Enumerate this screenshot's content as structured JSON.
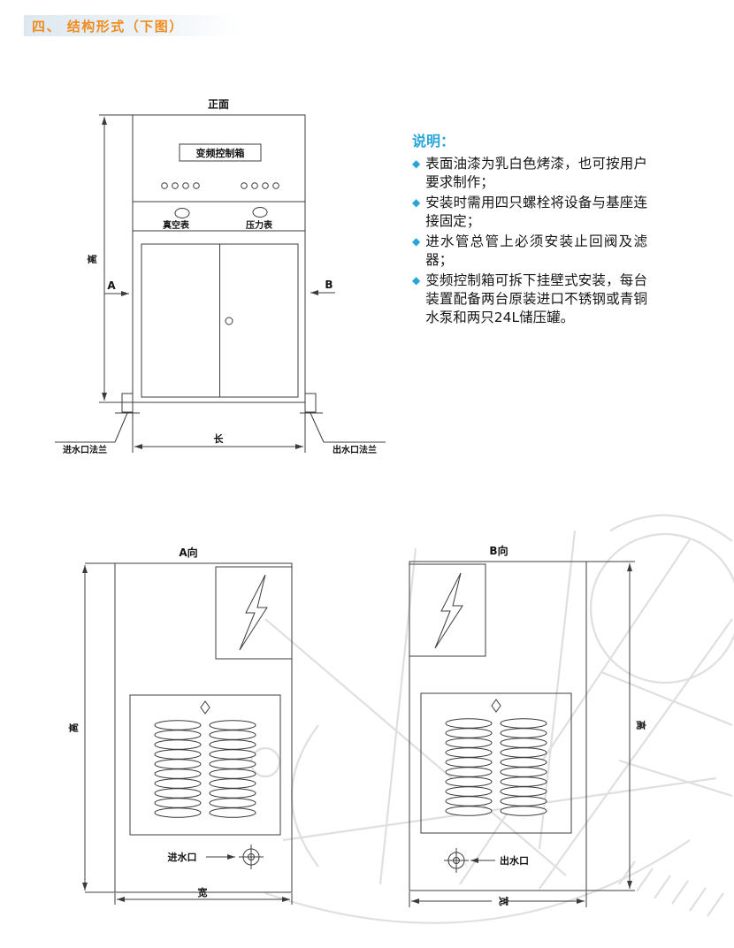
{
  "header": {
    "title": "四、 结构形式（下图）"
  },
  "front_view": {
    "title": "正面",
    "control_box": "变频控制箱",
    "vacuum_gauge": "真空表",
    "pressure_gauge": "压力表",
    "section_a": "A",
    "section_b": "B",
    "dim_height": "高",
    "dim_length": "长",
    "inlet_flange": "进水口法兰",
    "outlet_flange": "出水口法兰"
  },
  "notes": {
    "title": "说明：",
    "bullet_glyph": "◆",
    "items": [
      "表面油漆为乳白色烤漆，也可按用户要求制作；",
      "安装时需用四只螺栓将设备与基座连接固定；",
      "进水管总管上必须安装止回阀及滤器；",
      "变频控制箱可拆下挂壁式安装，每台装置配备两台原装进口不锈钢或青铜水泵和两只24L储压罐。"
    ]
  },
  "view_a": {
    "title": "A向",
    "inlet": "进水口",
    "dim_height": "高",
    "dim_width": "宽"
  },
  "view_b": {
    "title": "B向",
    "outlet": "出水口",
    "dim_height": "高",
    "dim_width": "宽"
  },
  "colors": {
    "header_orange": "#f08c1e",
    "accent_blue": "#27a5d9",
    "line_dark": "#3c3c3c",
    "watermark_gray": "#dadada"
  }
}
